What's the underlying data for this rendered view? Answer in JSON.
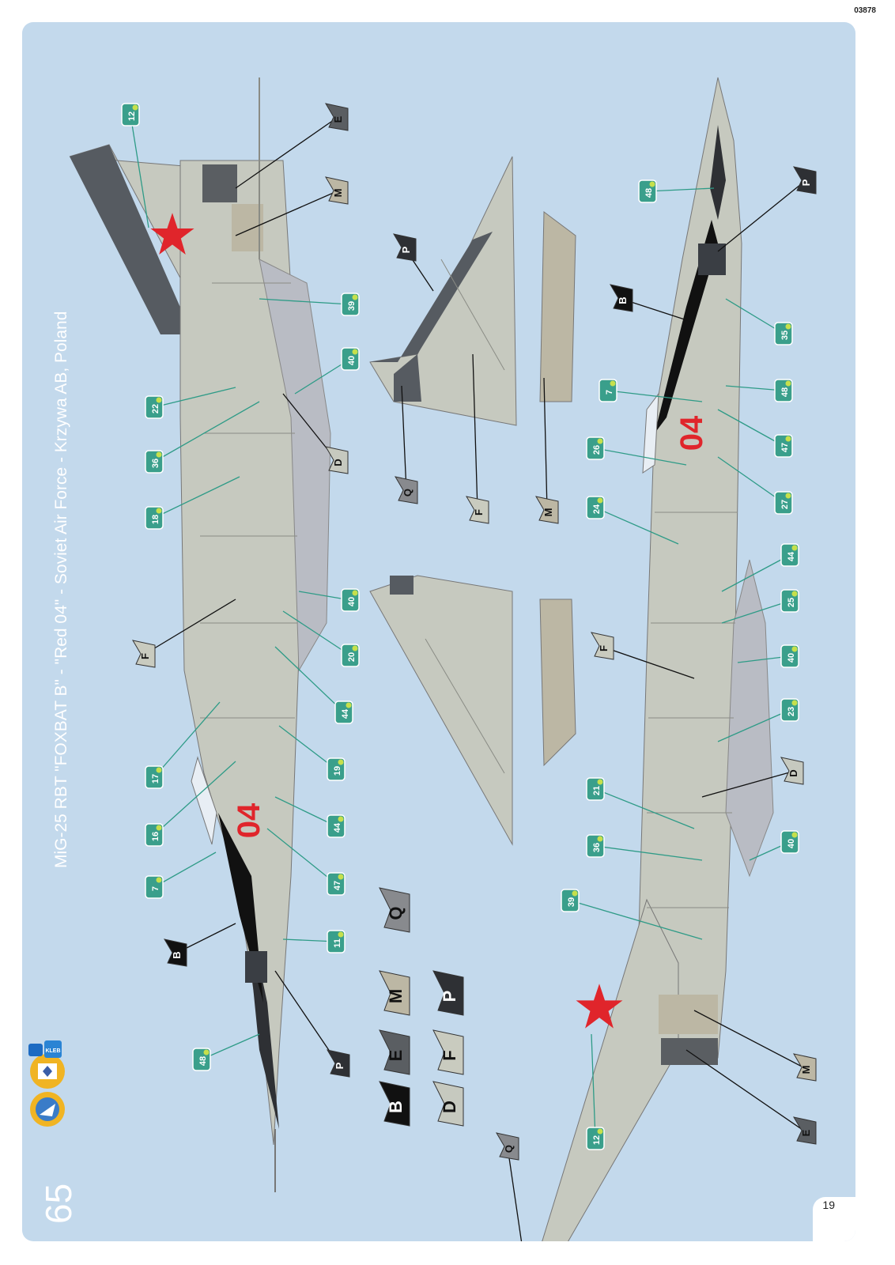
{
  "header": {
    "code": "03878"
  },
  "title": {
    "number": "65",
    "text": "MiG-25 RBT \"FOXBAT B\" - \"Red 04\" - Soviet Air Force - Krzywa AB, Poland"
  },
  "page": {
    "number": "19"
  },
  "aircraft": {
    "serial_left": "04",
    "serial_right": "04"
  },
  "colors": {
    "background": "#c3d9ec",
    "aircraft_grey": "#c6c9bf",
    "aircraft_dark": "#565b61",
    "drop_tank": "#b9bcc4",
    "decal_callout": "#3a9f8b",
    "star_red": "#e0252b",
    "paint_B": "#111111",
    "paint_D": "#c6c9bf",
    "paint_E": "#5a5e62",
    "paint_F": "#c9cbbf",
    "paint_M": "#bcb7a4",
    "paint_P": "#2e3034",
    "paint_Q": "#888a8e"
  },
  "icons": [
    "revell-65-icon",
    "aircraft-logo-icon",
    "glue-bottle-icon",
    "decal-badge-icon"
  ],
  "legend": [
    {
      "letter": "B",
      "color": "#111111",
      "text": "#ffffff"
    },
    {
      "letter": "D",
      "color": "#c6c9bf",
      "text": "#111111"
    },
    {
      "letter": "E",
      "color": "#5a5e62",
      "text": "#111111"
    },
    {
      "letter": "F",
      "color": "#c9cbbf",
      "text": "#111111"
    },
    {
      "letter": "M",
      "color": "#bcb7a4",
      "text": "#111111"
    },
    {
      "letter": "P",
      "color": "#2e3034",
      "text": "#ffffff"
    },
    {
      "letter": "Q",
      "color": "#888a8e",
      "text": "#111111"
    }
  ],
  "left_view": {
    "decals": [
      "12",
      "39",
      "40",
      "22",
      "36",
      "18",
      "40",
      "20",
      "44",
      "17",
      "19",
      "16",
      "44",
      "47",
      "7",
      "11",
      "48"
    ],
    "paints": [
      "E",
      "M",
      "D",
      "F",
      "B",
      "P"
    ]
  },
  "wings": {
    "paints": [
      "P",
      "Q",
      "F",
      "M"
    ]
  },
  "right_view": {
    "decals": [
      "48",
      "35",
      "7",
      "48",
      "47",
      "26",
      "27",
      "24",
      "44",
      "25",
      "40",
      "23",
      "21",
      "36",
      "40",
      "39",
      "12"
    ],
    "paints": [
      "P",
      "B",
      "F",
      "D",
      "M",
      "E",
      "Q"
    ]
  }
}
